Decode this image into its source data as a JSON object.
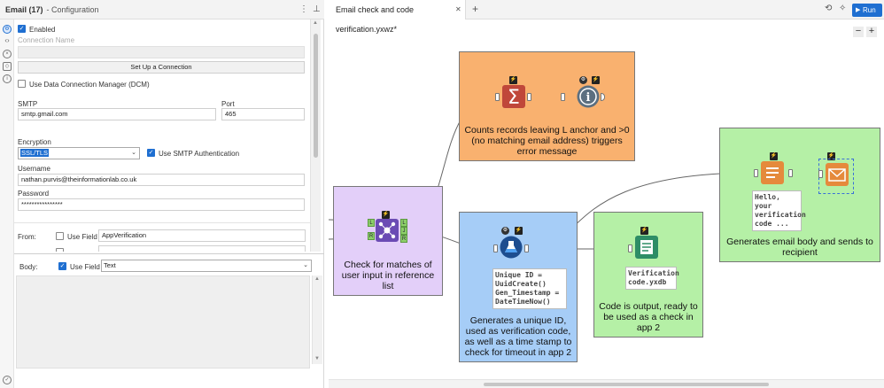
{
  "config_panel": {
    "title": "Email (17)",
    "subtitle": "- Configuration",
    "enabled_label": "Enabled",
    "connection_name_label": "Connection Name",
    "connection_name_value": "",
    "setup_connection_label": "Set Up a Connection",
    "dcm_label": "Use Data Connection Manager (DCM)",
    "smtp_label": "SMTP",
    "smtp_value": "smtp.gmail.com",
    "port_label": "Port",
    "port_value": "465",
    "encryption_label": "Encryption",
    "encryption_value": "SSL/TLS",
    "smtp_auth_label": "Use SMTP Authentication",
    "username_label": "Username",
    "username_value": "nathan.purvis@theinformationlab.co.uk",
    "password_label": "Password",
    "password_value": "****************",
    "from_label": "From:",
    "use_field_label": "Use Field",
    "from_value": "AppVerification",
    "body_label": "Body:",
    "body_use_field_label": "Use Field",
    "body_field_value": "Text"
  },
  "canvas": {
    "tab_label": "Email check and code verification.yxwz*",
    "run_label": "Run",
    "containers": {
      "orange_text": "Counts records leaving L anchor and >0 (no matching email address) triggers error message",
      "purple_text": "Check for matches of user input in reference list",
      "blue_text": "Generates a unique ID, used as verification code, as well as a time stamp to check for timeout in app 2",
      "green_mid_text": "Code is output, ready to be used as a check in app 2",
      "green_right_text": "Generates email body and sends to recipient"
    },
    "annotations": {
      "formula_lines": [
        "Unique ID =",
        "UuidCreate()",
        "Gen_Timestamp =",
        "DateTimeNow()"
      ],
      "output_lines": [
        "Verification",
        "code.yxdb"
      ],
      "textbox_lines": [
        "Hello, your",
        "verification",
        "code ..."
      ]
    },
    "join_anchors": [
      "L",
      "J",
      "R"
    ]
  },
  "colors": {
    "accent": "#1f6fd1",
    "orange": "#f9b16f",
    "purple": "#e3cff9",
    "blue": "#a6cdf7",
    "green": "#b5f0a6"
  }
}
